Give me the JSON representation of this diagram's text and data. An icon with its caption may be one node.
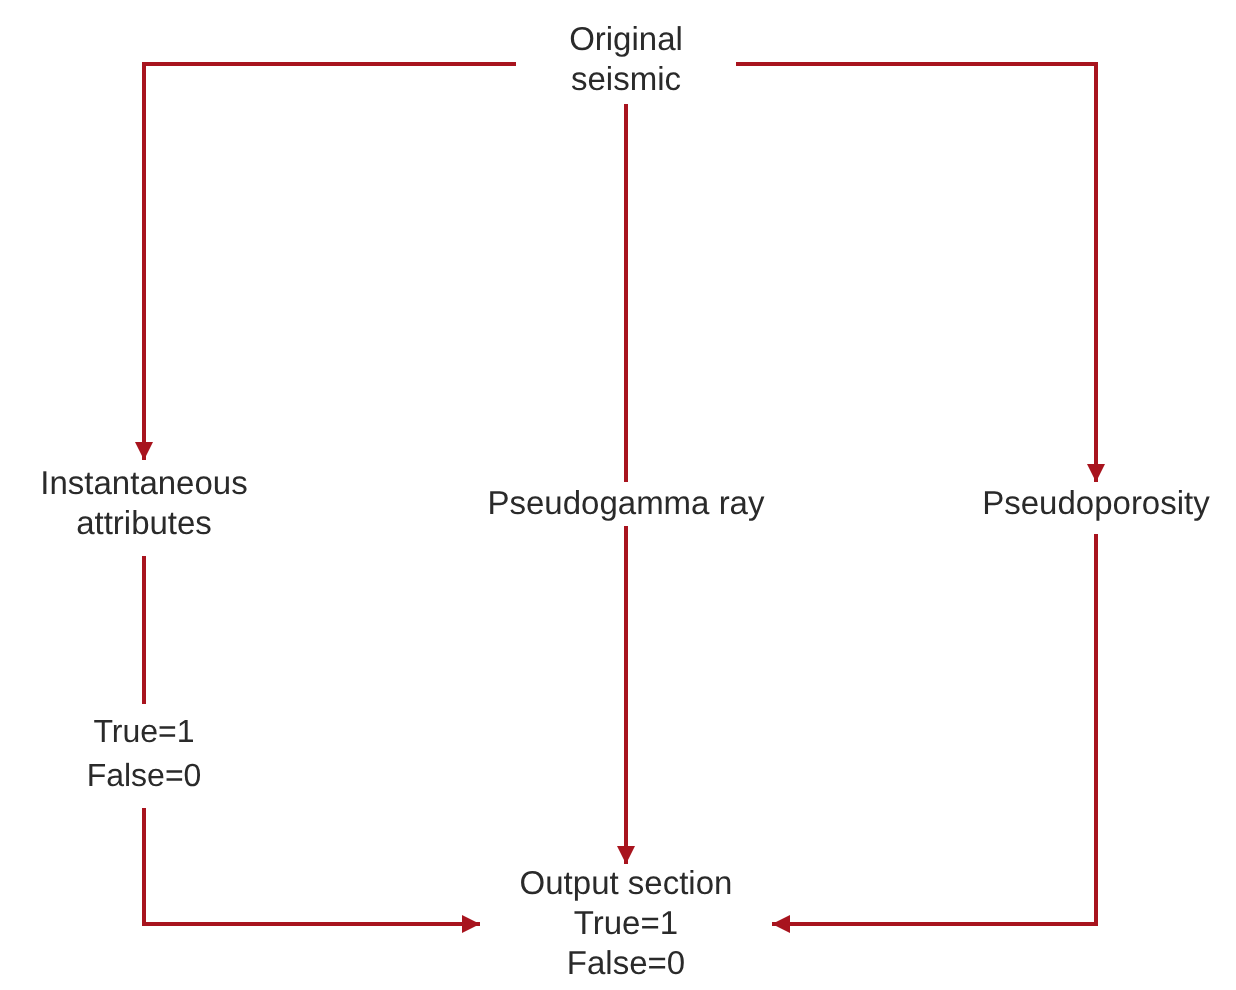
{
  "diagram": {
    "nodes": [
      {
        "text": [
          "Original seismic"
        ]
      },
      {
        "text": [
          "Instantaneous attributes"
        ]
      },
      {
        "text": [
          "Pseudogamma ray"
        ]
      },
      {
        "text": [
          "Pseudoporosity"
        ]
      },
      {
        "text": [
          "Output section",
          "True=1",
          "False=0"
        ]
      }
    ],
    "edges": [
      {
        "from": 0,
        "to": 1,
        "arrow": "to"
      },
      {
        "from": 0,
        "to": 2,
        "arrow": "none"
      },
      {
        "from": 0,
        "to": 3,
        "arrow": "to"
      },
      {
        "from": 1,
        "to": 4,
        "arrow": "to",
        "label": "True=1 False=0"
      },
      {
        "from": 2,
        "to": 4,
        "arrow": "to"
      },
      {
        "from": 3,
        "to": 4,
        "arrow": "to"
      }
    ]
  }
}
